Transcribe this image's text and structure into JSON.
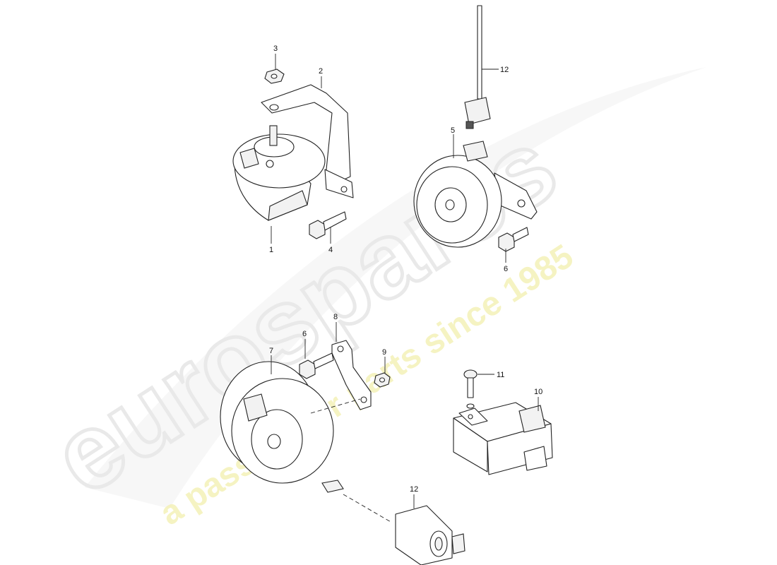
{
  "watermark": {
    "brand": "eurospares",
    "tagline": "a passion for parts since 1985",
    "brand_color": "#e9e9e9",
    "tagline_color": "#f4f1b8"
  },
  "callouts": {
    "c1": "1",
    "c2": "2",
    "c3": "3",
    "c4": "4",
    "c5": "5",
    "c6a": "6",
    "c6b": "6",
    "c7": "7",
    "c8": "8",
    "c9": "9",
    "c10": "10",
    "c11": "11",
    "c12a": "12",
    "c12b": "12"
  },
  "icons": {
    "horn_high": "horn-icon",
    "horn_low": "horn-icon",
    "alarm_siren": "horn-icon",
    "control_unit": "module-icon",
    "connector": "plug-icon"
  }
}
